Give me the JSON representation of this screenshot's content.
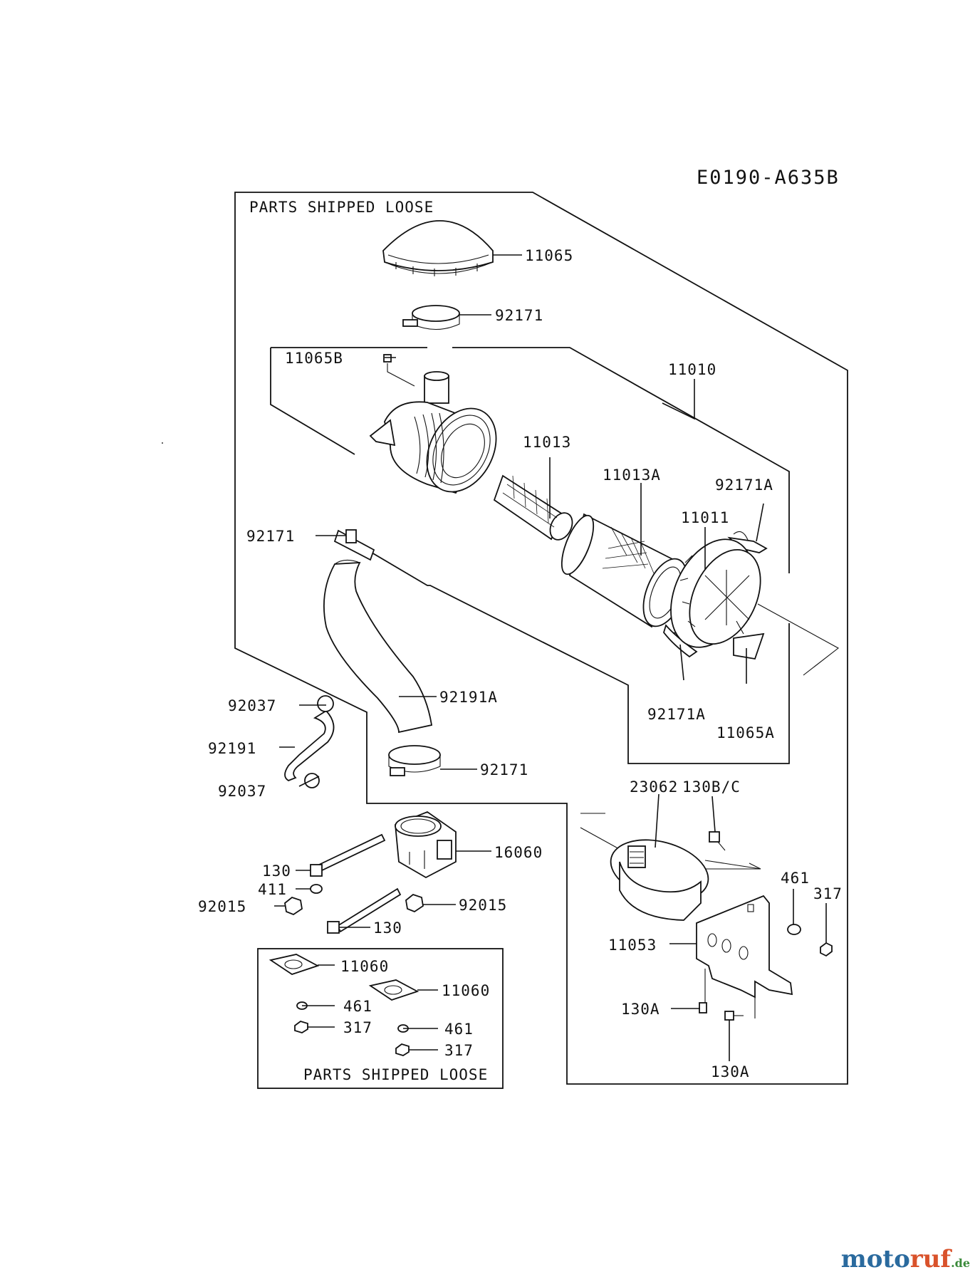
{
  "diagram_code": "E0190-A635B",
  "notes": {
    "parts_shipped_loose_top": "PARTS SHIPPED LOOSE",
    "parts_shipped_loose_bottom": "PARTS SHIPPED LOOSE"
  },
  "labels": {
    "p11065": "11065",
    "p92171_top": "92171",
    "p11065B": "11065B",
    "p11010": "11010",
    "p11013": "11013",
    "p11013A": "11013A",
    "p92171A_top": "92171A",
    "p11011": "11011",
    "p92171_left": "92171",
    "p92191A": "92191A",
    "p92171A_bottom": "92171A",
    "p11065A": "11065A",
    "p92037_top": "92037",
    "p92191": "92191",
    "p92171_bottom": "92171",
    "p92037_bottom": "92037",
    "p23062": "23062",
    "p130BC": "130B/C",
    "p16060": "16060",
    "p130_a": "130",
    "p411": "411",
    "p92015_left": "92015",
    "p92015_right": "92015",
    "p130_b": "130",
    "p461_right": "461",
    "p317_right": "317",
    "p11053": "11053",
    "p11060_a": "11060",
    "p11060_b": "11060",
    "p461_a": "461",
    "p461_b": "461",
    "p317_a": "317",
    "p317_b": "317",
    "p130A_a": "130A",
    "p130A_b": "130A"
  },
  "watermark": {
    "text_a": "moto",
    "text_b": "ruf",
    "text_c": ".de",
    "color_a": "#2a6a9e",
    "color_b": "#d9522b",
    "color_c": "#3a8a3a"
  }
}
